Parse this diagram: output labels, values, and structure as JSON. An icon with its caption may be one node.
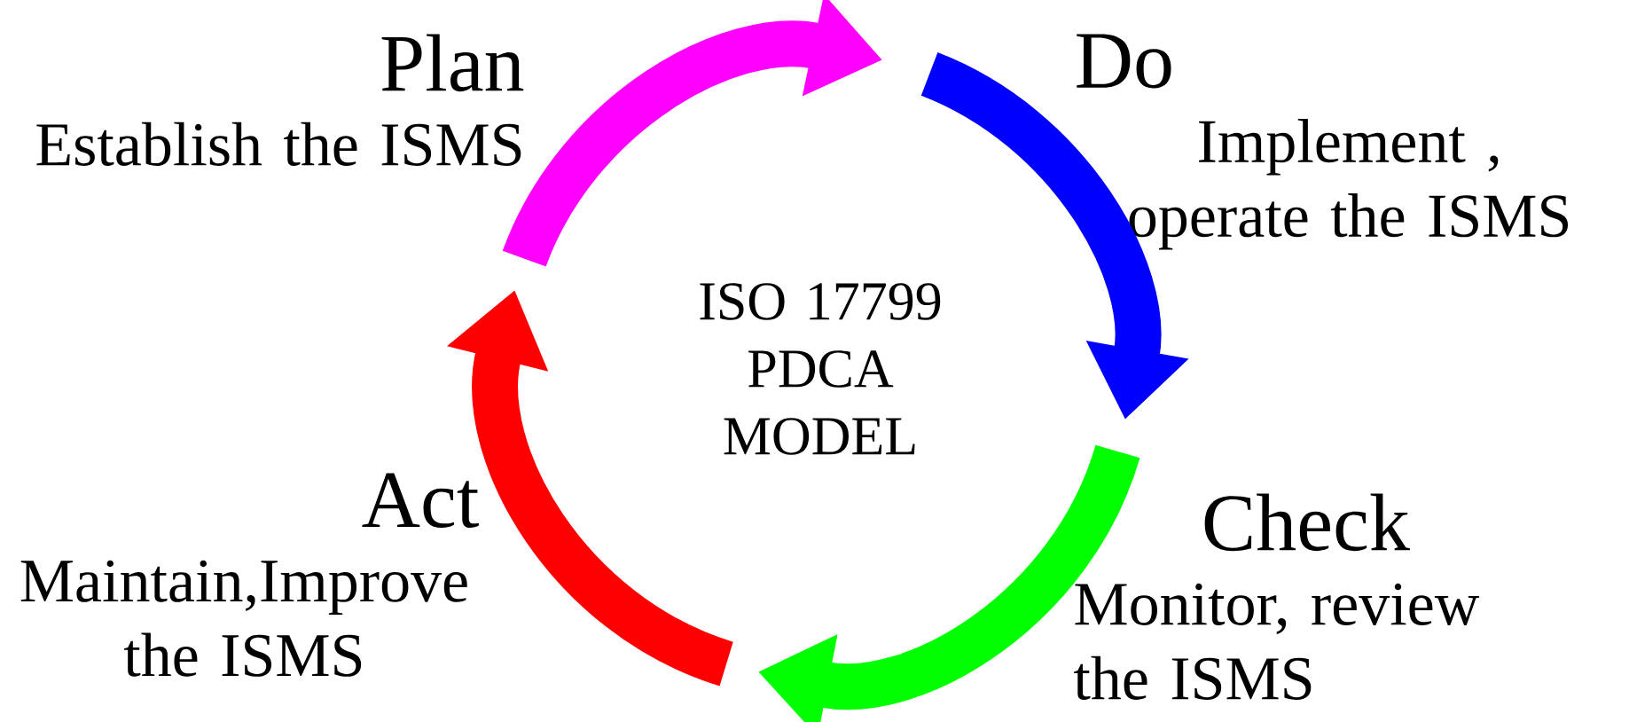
{
  "diagram": {
    "nodes": [
      {
        "text": [
          "Plan",
          "Establish the ISMS"
        ]
      },
      {
        "text": [
          "Do",
          "Implement , operate the ISMS"
        ]
      },
      {
        "text": [
          "Check",
          "Monitor, review the ISMS"
        ]
      },
      {
        "text": [
          "Act",
          "Maintain,Improve the ISMS"
        ]
      },
      {
        "text": [
          "ISO 17799 PDCA MODEL"
        ]
      }
    ]
  }
}
